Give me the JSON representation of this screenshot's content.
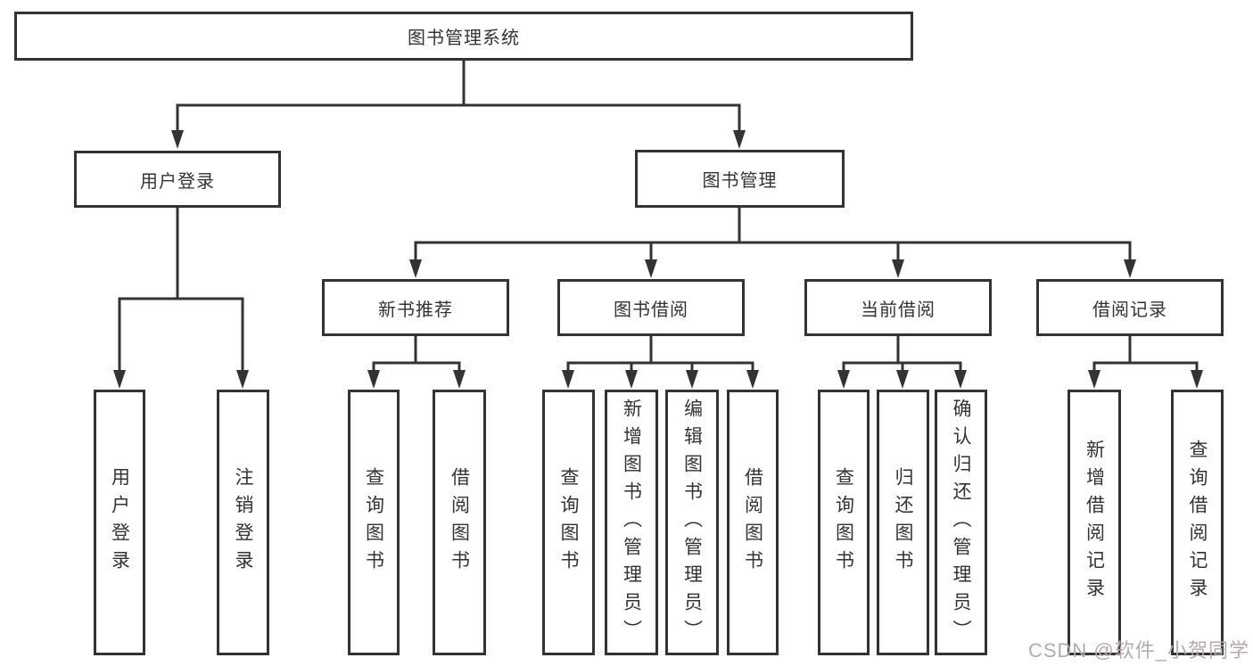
{
  "tree": {
    "root": "图书管理系统",
    "children": [
      {
        "label": "用户登录",
        "children": [
          "用户登录",
          "注销登录"
        ]
      },
      {
        "label": "图书管理",
        "children": [
          {
            "label": "新书推荐",
            "children": [
              "查询图书",
              "借阅图书"
            ]
          },
          {
            "label": "图书借阅",
            "children": [
              "查询图书",
              "新增图书（管理员）",
              "编辑图书（管理员）",
              "借阅图书"
            ]
          },
          {
            "label": "当前借阅",
            "children": [
              "查询图书",
              "归还图书",
              "确认归还（管理员）"
            ]
          },
          {
            "label": "借阅记录",
            "children": [
              "新增借阅记录",
              "查询借阅记录"
            ]
          }
        ]
      }
    ]
  },
  "watermark": "CSDN @软件_小贺同学",
  "colors": {
    "line": "#333333",
    "box_border": "#333333",
    "box_fill": "#ffffff",
    "text": "#333333",
    "watermark": "#b3abab"
  }
}
